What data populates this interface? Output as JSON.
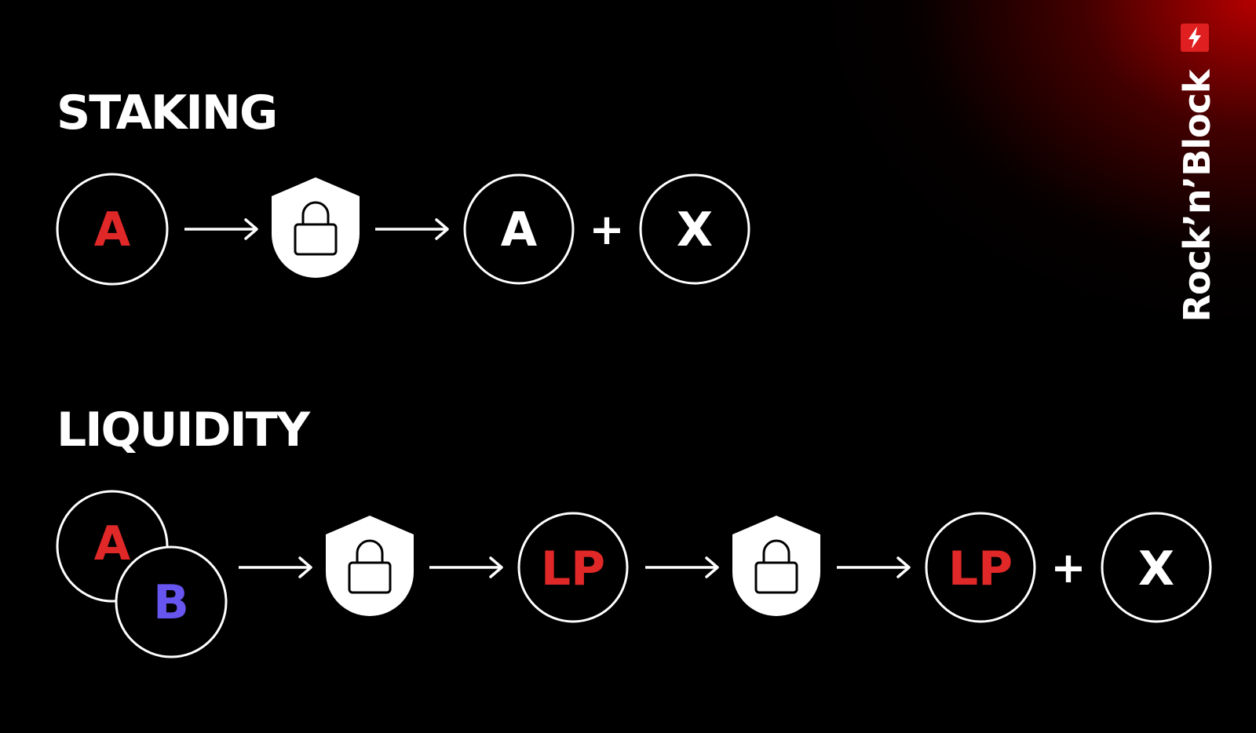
{
  "staking": {
    "title": "STAKING",
    "flow": {
      "input": "A",
      "output_token": "A",
      "plus": "+",
      "reward": "X"
    }
  },
  "liquidity": {
    "title": "LIQUIDITY",
    "flow": {
      "input_a": "A",
      "input_b": "B",
      "lp_token": "LP",
      "staked_lp": "LP",
      "plus": "+",
      "reward": "X"
    }
  },
  "brand": {
    "name": "Rock’n’Block",
    "logo_icon": "lightning-bolt-icon"
  },
  "colors": {
    "background": "#000000",
    "accent_red": "#e02828",
    "token_b_purple": "#6655ee",
    "foreground": "#ffffff"
  }
}
